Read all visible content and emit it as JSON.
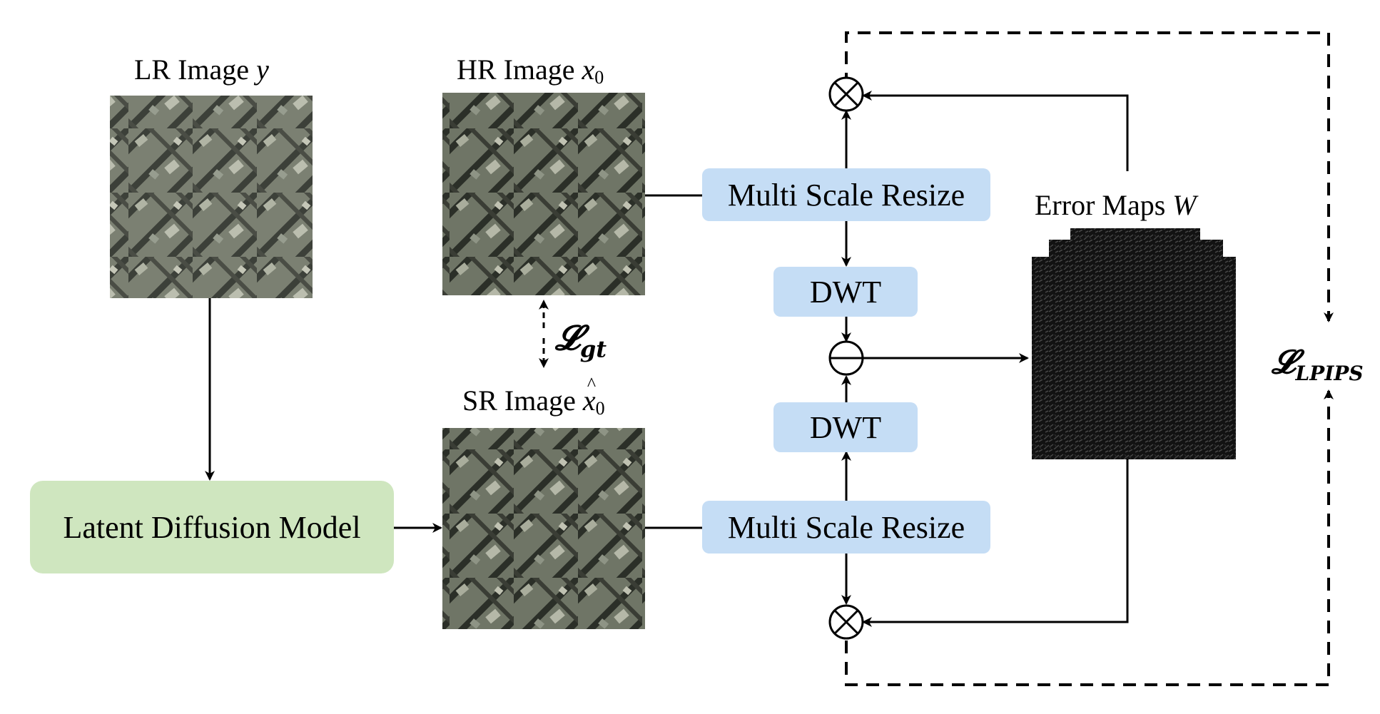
{
  "labels": {
    "lr_image": "LR Image",
    "lr_symbol": "y",
    "hr_image": "HR Image",
    "hr_symbol": "x",
    "hr_sub": "0",
    "sr_image": "SR Image",
    "sr_symbol": "x",
    "sr_sub": "0",
    "error_maps": "Error Maps",
    "error_symbol": "W"
  },
  "boxes": {
    "resize_top": "Multi Scale Resize",
    "resize_bottom": "Multi Scale Resize",
    "dwt_top": "DWT",
    "dwt_bottom": "DWT",
    "ldm": "Latent Diffusion Model"
  },
  "losses": {
    "gt_symbol": "𝓛",
    "gt_sub": "gt",
    "lpips_symbol": "𝓛",
    "lpips_sub": "LPIPS"
  },
  "operators": {
    "multiply": "⊗",
    "subtract": "⊖"
  },
  "colors": {
    "resize_box": "#c5ddf5",
    "dwt_box": "#c5ddf5",
    "ldm_box": "#cfe6bf",
    "error_map": "#141414"
  }
}
